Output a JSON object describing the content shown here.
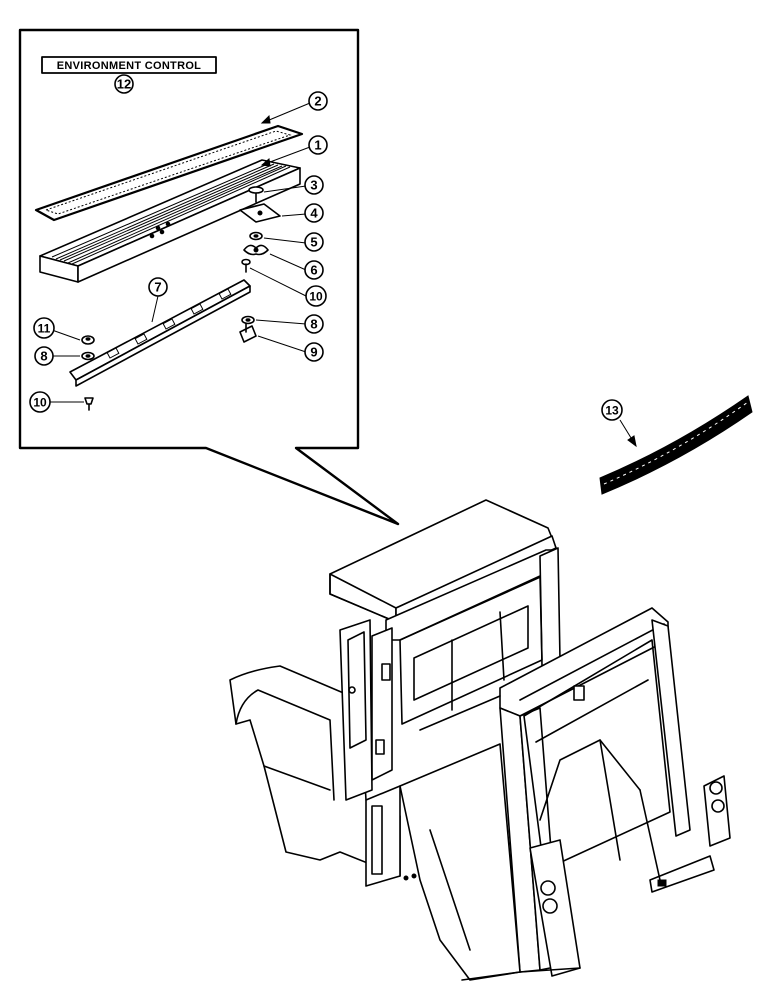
{
  "title": "ENVIRONMENT CONTROL",
  "title_callout": "12",
  "callouts": [
    {
      "id": "c2",
      "label": "2"
    },
    {
      "id": "c1",
      "label": "1"
    },
    {
      "id": "c3",
      "label": "3"
    },
    {
      "id": "c4",
      "label": "4"
    },
    {
      "id": "c5",
      "label": "5"
    },
    {
      "id": "c6",
      "label": "6"
    },
    {
      "id": "c7",
      "label": "7"
    },
    {
      "id": "c10a",
      "label": "10"
    },
    {
      "id": "c11",
      "label": "11"
    },
    {
      "id": "c8a",
      "label": "8"
    },
    {
      "id": "c8b",
      "label": "8"
    },
    {
      "id": "c9",
      "label": "9"
    },
    {
      "id": "c10b",
      "label": "10"
    },
    {
      "id": "c13",
      "label": "13"
    }
  ]
}
